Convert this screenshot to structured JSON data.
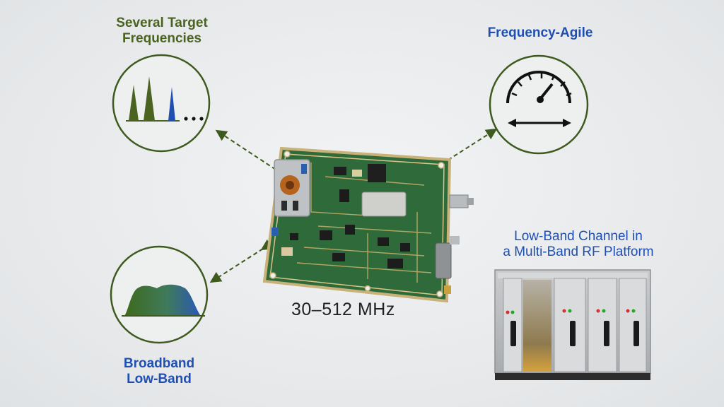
{
  "labels": {
    "several_targets": "Several Target\nFrequencies",
    "frequency_agile": "Frequency-Agile",
    "broadband": "Broadband\nLow-Band",
    "multiband": "Low-Band Channel in\na Multi-Band RF Platform",
    "frequency_range": "30–512 MHz"
  },
  "icons": {
    "spectrum_peaks": "spectrum-peaks-icon",
    "gauge": "gauge-icon",
    "broadband_spectrum": "broadband-spectrum-icon",
    "circuit_board": "rf-circuit-board",
    "rack_chassis": "multi-band-rack-chassis"
  },
  "colors": {
    "green": "#4a6320",
    "blue": "#1f4fb0",
    "circle_stroke": "#3f5a1e",
    "pcb": "#2f6b3a"
  }
}
